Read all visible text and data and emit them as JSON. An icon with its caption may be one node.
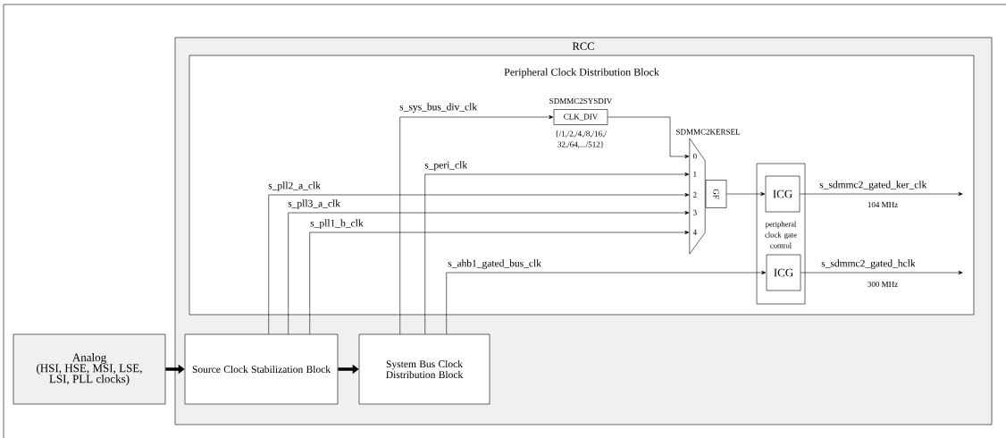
{
  "diagram": {
    "nodes": [
      {
        "text": [
          "RCC"
        ]
      },
      {
        "text": [
          "Peripheral Clock Distribution Block"
        ],
        "in": 0
      },
      {
        "text": [
          "CLK_DIV"
        ],
        "in": 1,
        "beside": [
          "SDMMC2SYSDIV",
          "{/1,/2,/4,/8,/16,/ 32,/64,.../512}"
        ]
      },
      {
        "text": [
          "0",
          "1",
          "2",
          "3",
          "4"
        ],
        "in": 1,
        "beside": [
          "SDMMC2KERSEL"
        ]
      },
      {
        "text": [
          "GF"
        ],
        "in": 1
      },
      {
        "text": [
          "peripheral clock gate control"
        ],
        "in": 1
      },
      {
        "text": [
          "ICG"
        ],
        "in": 5
      },
      {
        "text": [
          "ICG"
        ],
        "in": 5
      },
      {
        "text": [
          "Source Clock Stabilization Block"
        ],
        "in": 0
      },
      {
        "text": [
          "System Bus Clock Distribution Block"
        ],
        "in": 0
      },
      {
        "text": [
          "Analog",
          "(HSI, HSE, MSI, LSE, LSI, PLL clocks)"
        ]
      }
    ],
    "edges": [
      {
        "from": 10,
        "to": 8,
        "arrow": "to",
        "style": "thick"
      },
      {
        "from": 8,
        "to": 9,
        "arrow": "to",
        "style": "thick"
      },
      {
        "from": 9,
        "to": 2,
        "arrow": "to",
        "label": "s_sys_bus_div_clk"
      },
      {
        "from": 2,
        "to": 3,
        "arrow": "to"
      },
      {
        "from": 9,
        "to": 3,
        "arrow": "to",
        "label": "s_peri_clk"
      },
      {
        "from": 8,
        "to": 3,
        "arrow": "to",
        "label": "s_pll2_a_clk"
      },
      {
        "from": 8,
        "to": 3,
        "arrow": "to",
        "label": "s_pll3_a_clk"
      },
      {
        "from": 8,
        "to": 3,
        "arrow": "to",
        "label": "s_pll1_b_clk"
      },
      {
        "from": 4,
        "to": 6,
        "arrow": "to"
      },
      {
        "from": 9,
        "to": 7,
        "arrow": "to",
        "label": "s_ahb1_gated_bus_clk"
      },
      {
        "from": 6,
        "to": null,
        "arrow": "to",
        "label": "s_sdmmc2_gated_ker_clk"
      },
      {
        "from": 7,
        "to": null,
        "arrow": "to",
        "label": "s_sdmmc2_gated_hclk"
      }
    ],
    "labels": [
      "104 MHz",
      "300 MHz"
    ]
  }
}
